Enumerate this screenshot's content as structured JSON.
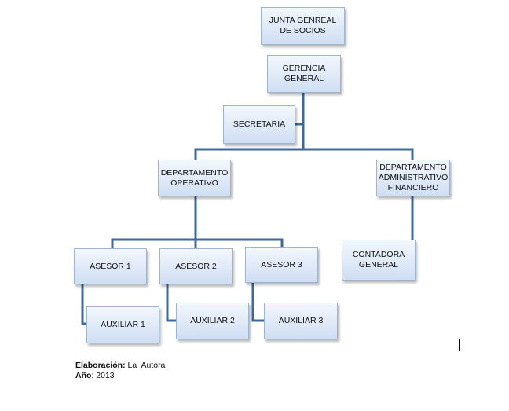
{
  "nodes": {
    "junta": "JUNTA GENREAL DE SOCIOS",
    "gerencia": "GERENCIA GENERAL",
    "secretaria": "SECRETARIA",
    "dep_operativo": "DEPARTAMENTO OPERATIVO",
    "dep_administrativo": "DEPARTAMENTO ADMINISTRATIVO FINANCIERO",
    "contadora": "CONTADORA GENERAL",
    "asesor1": "ASESOR 1",
    "asesor2": "ASESOR 2",
    "asesor3": "ASESOR 3",
    "auxiliar1": "AUXILIAR 1",
    "auxiliar2": "AUXILIAR 2",
    "auxiliar3": "AUXILIAR 3"
  },
  "caption": {
    "elaboracion_label": "Elaboración:",
    "elaboracion_value": "La  Autora",
    "anio_label": "Año",
    "anio_value": ": 2013"
  },
  "colors": {
    "connector": "#3b6aa0"
  }
}
